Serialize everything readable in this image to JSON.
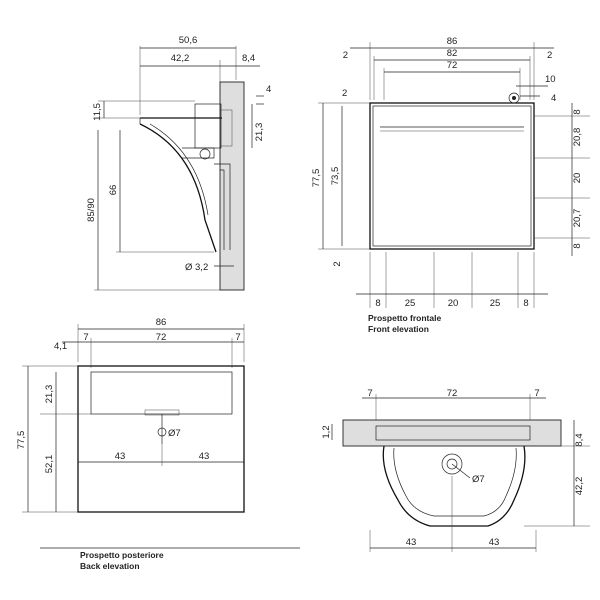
{
  "views": {
    "side": {
      "dims": {
        "top_width": "50,6",
        "inner_width": "42,2",
        "wall_thickness": "8,4",
        "front_lip": "4",
        "top_height": "11,5",
        "drawer_height": "21,3",
        "body_height": "66",
        "mount_height": "85/90",
        "pipe": "Ø 3,2"
      }
    },
    "front": {
      "dims": {
        "overall_width": "86",
        "inner_width": "82",
        "drawer_width": "72",
        "side_left": "2",
        "side_right": "2",
        "knob_offset": "10",
        "knob_gap": "4",
        "top_gap": "8",
        "top_edge": "2",
        "bottom_edge": "2",
        "overall_height": "77,5",
        "inner_height": "73,5",
        "row1": "20,8",
        "row2": "20",
        "row3": "20,7",
        "row4": "8",
        "bottom_8_left": "8",
        "bottom_25_left": "25",
        "bottom_20": "20",
        "bottom_25_right": "25",
        "bottom_8_right": "8"
      },
      "caption_it": "Prospetto frontale",
      "caption_en": "Front elevation"
    },
    "back": {
      "dims": {
        "overall_width": "86",
        "left_gap": "4,1",
        "side_left": "7",
        "inner_width": "72",
        "side_right": "7",
        "drawer_height": "21,3",
        "overall_height": "77,5",
        "lower_height": "52,1",
        "half_left": "43",
        "half_right": "43",
        "hole": "Ø7"
      },
      "caption_it": "Prospetto posteriore",
      "caption_en": "Back elevation"
    },
    "plan": {
      "dims": {
        "side_left": "7",
        "inner_width": "72",
        "side_right": "7",
        "rim": "1,2",
        "top_offset": "8,4",
        "depth": "42,2",
        "half_left": "43",
        "half_right": "43",
        "drain": "Ø7"
      }
    }
  }
}
